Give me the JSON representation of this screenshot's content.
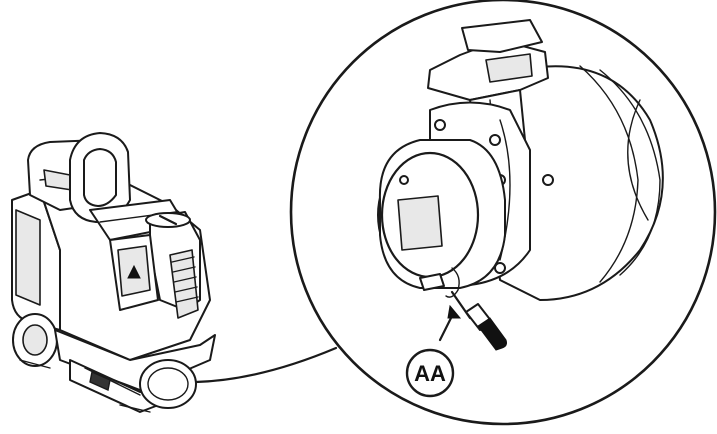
{
  "callout": {
    "label": "AA"
  },
  "colors": {
    "line": "#1a1a1a",
    "background": "#ffffff",
    "shade": "#e8e8e8"
  },
  "icons": [
    "floor-scrubber-machine-illustration",
    "vacuum-motor-illustration",
    "screwdriver-icon"
  ]
}
